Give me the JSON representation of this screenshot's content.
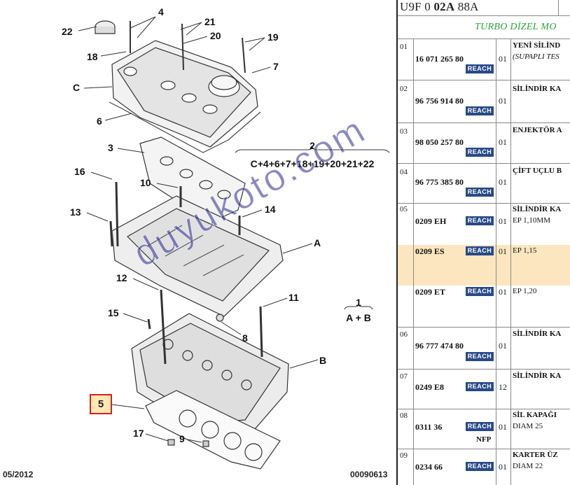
{
  "diagram": {
    "callouts": [
      "22",
      "18",
      "4",
      "21",
      "20",
      "19",
      "7",
      "C",
      "6",
      "3",
      "2",
      "16",
      "10",
      "13",
      "14",
      "A",
      "12",
      "11",
      "15",
      "8",
      "1",
      "B",
      "5",
      "17",
      "9"
    ],
    "kit_2": {
      "number": "2",
      "formula": "C+4+6+7+18+19+20+21+22"
    },
    "kit_1": {
      "number": "1",
      "formula": "A + B"
    },
    "highlighted_callout": "5",
    "date": "05/2012",
    "diagram_id": "00090613",
    "watermark": "duyukoto.com"
  },
  "table": {
    "model_code": {
      "prefix": "U9F 0 ",
      "bold": "02A",
      "suffix": " 88A"
    },
    "subtitle": "TURBO DİZEL MO",
    "reach_label": "REACH",
    "rows": [
      {
        "no": "01",
        "ref": "16 071 265 80",
        "qty": "01",
        "desc": "YENİ SİLİND",
        "desc2": "(SUPAPLI TES"
      },
      {
        "no": "02",
        "ref": "96 756 914 80",
        "qty": "01",
        "desc": "SİLİNDİR KA"
      },
      {
        "no": "03",
        "ref": "98 050 257 80",
        "qty": "01",
        "desc": "ENJEKTÖR A"
      },
      {
        "no": "04",
        "ref": "96 775 385 80",
        "qty": "01",
        "desc": "ÇİFT UÇLU B"
      },
      {
        "no": "05",
        "ref": "0209 EH",
        "qty": "01",
        "desc": "SİLİNDİR KA",
        "plain": "EP 1,10MM"
      },
      {
        "no": "",
        "ref": "0209 ES",
        "qty": "01",
        "plain": "EP 1,15"
      },
      {
        "no": "",
        "ref": "0209 ET",
        "qty": "01",
        "plain": "EP 1,20"
      },
      {
        "no": "06",
        "ref": "96 777 474 80",
        "qty": "01",
        "desc": "SİLİNDİR KA"
      },
      {
        "no": "07",
        "ref": "0249 E8",
        "qty": "12",
        "desc": "SİLİNDİR KA"
      },
      {
        "no": "08",
        "ref": "0311 36",
        "qty": "01",
        "desc": "SİL KAPAĞI",
        "plain": "DIAM 25",
        "nfp": "NFP"
      },
      {
        "no": "09",
        "ref": "0234 66",
        "qty": "01",
        "desc": "KARTER ÜZ",
        "plain": "DIAM 22"
      }
    ]
  }
}
